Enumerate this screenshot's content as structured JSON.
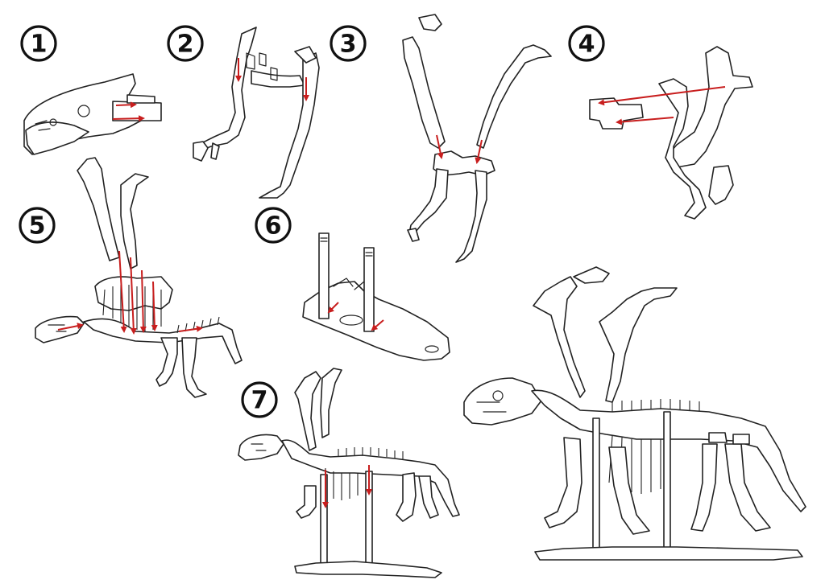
{
  "steps": [
    {
      "number": "1"
    },
    {
      "number": "2"
    },
    {
      "number": "3"
    },
    {
      "number": "4"
    },
    {
      "number": "5"
    },
    {
      "number": "6"
    },
    {
      "number": "7"
    }
  ],
  "colors": {
    "arrow": "#c81e1e",
    "outline": "#222222",
    "background": "#ffffff"
  }
}
